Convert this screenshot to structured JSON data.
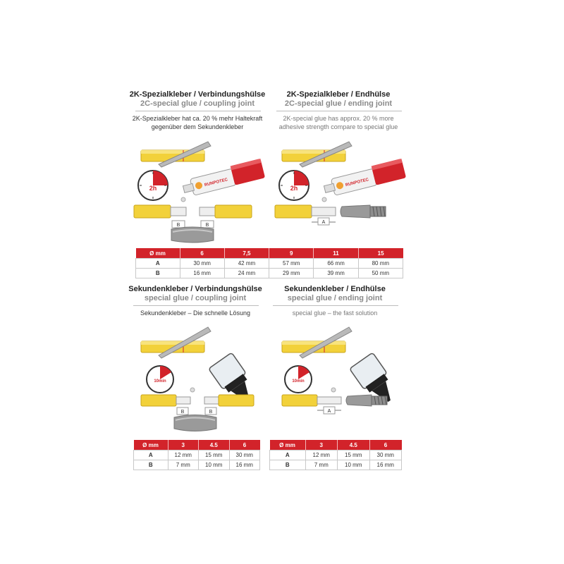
{
  "colors": {
    "accent_red": "#d2232a",
    "tube_yellow": "#f2d13a",
    "metal_grey": "#9a9a9a"
  },
  "panels": [
    {
      "title_de": "2K-Spezialkleber / Verbindungshülse",
      "title_en": "2C-special glue / coupling joint",
      "desc_line1": "2K-Spezialkleber hat ca. 20 % mehr Haltekraft",
      "desc_line2": "gegenüber dem Sekundenkleber",
      "timer_label": "2h",
      "brand_label": "RUNPOTEC",
      "dim_labels": [
        "B",
        "B"
      ]
    },
    {
      "title_de": "2K-Spezialkleber / Endhülse",
      "title_en": "2C-special glue / ending joint",
      "desc_line1": "2K-special glue has approx. 20 % more",
      "desc_line2": "adhesive strength compare to special glue",
      "timer_label": "2h",
      "brand_label": "RUNPOTEC",
      "dim_labels": [
        "A"
      ]
    },
    {
      "title_de": "Sekundenkleber / Verbindungshülse",
      "title_en": "special glue / coupling joint",
      "desc_line1": "Sekundenkleber – Die schnelle Lösung",
      "timer_label": "10min",
      "dim_labels": [
        "B",
        "B"
      ]
    },
    {
      "title_de": "Sekundenkleber / Endhülse",
      "title_en": "special glue / ending joint",
      "desc_line1": "special glue – the fast solution",
      "timer_label": "10min",
      "dim_labels": [
        "A"
      ]
    }
  ],
  "table_2k": {
    "header": [
      "Ø mm",
      "6",
      "7,5",
      "9",
      "11",
      "15"
    ],
    "rows": [
      [
        "A",
        "30 mm",
        "42 mm",
        "57 mm",
        "66 mm",
        "80 mm"
      ],
      [
        "B",
        "16 mm",
        "24 mm",
        "29 mm",
        "39 mm",
        "50 mm"
      ]
    ]
  },
  "table_sec_left": {
    "header": [
      "Ø mm",
      "3",
      "4.5",
      "6"
    ],
    "rows": [
      [
        "A",
        "12 mm",
        "15 mm",
        "30 mm"
      ],
      [
        "B",
        "7 mm",
        "10 mm",
        "16 mm"
      ]
    ]
  },
  "table_sec_right": {
    "header": [
      "Ø mm",
      "3",
      "4.5",
      "6"
    ],
    "rows": [
      [
        "A",
        "12 mm",
        "15 mm",
        "30 mm"
      ],
      [
        "B",
        "7 mm",
        "10 mm",
        "16 mm"
      ]
    ]
  }
}
